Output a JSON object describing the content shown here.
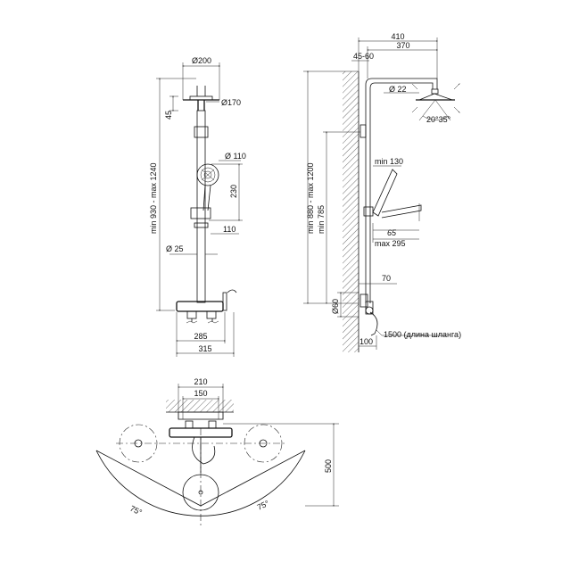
{
  "front_view": {
    "head_diameter": "Ø200",
    "head_inner_diameter": "Ø170",
    "head_height": "45",
    "overall_height": "min 930 - max 1240",
    "handshower_diameter": "Ø 110",
    "handshower_length": "230",
    "holder_offset": "110",
    "rail_diameter": "Ø 25",
    "mixer_width": "285",
    "overall_width": "315"
  },
  "side_view": {
    "reach_total": "410",
    "reach_arm": "370",
    "wall_offset": "45-60",
    "head_connector": "Ø 22",
    "tilt_angles": "20°35°",
    "overall_height": "min 880 - max 1200",
    "handshower_min": "min 130",
    "holder_height": "min 785",
    "handshower_angle": "65",
    "handshower_max": "max 295",
    "mixer_depth": "70",
    "inlet_diameter": "Ø60",
    "hose_length": "1500 (длина шланга)",
    "mixer_projection": "100"
  },
  "top_view": {
    "outer_width": "210",
    "inlet_spacing": "150",
    "sweep_depth": "500",
    "left_angle": "75°",
    "right_angle": "75°"
  }
}
